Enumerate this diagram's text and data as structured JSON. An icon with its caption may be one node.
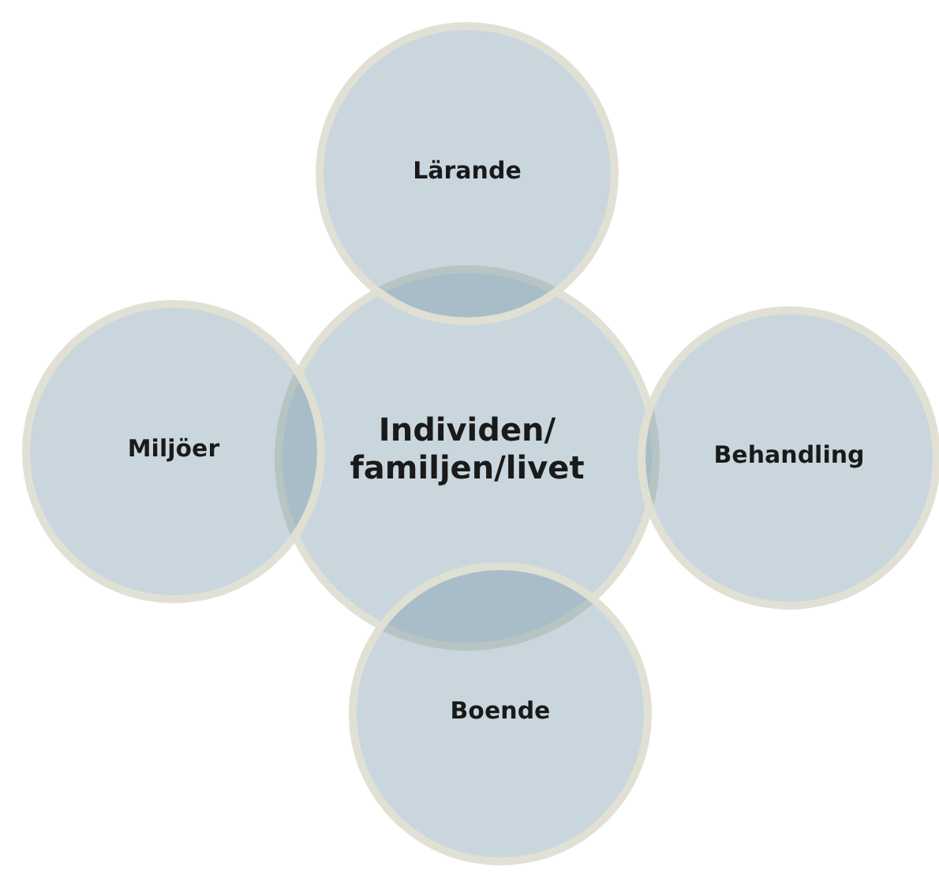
{
  "diagram": {
    "nodes": [
      {
        "text": [
          "Lärande"
        ]
      },
      {
        "text": [
          "Miljöer"
        ]
      },
      {
        "text": [
          "Individen/ familjen/livet"
        ]
      },
      {
        "text": [
          "Behandling"
        ]
      },
      {
        "text": [
          "Boende"
        ]
      }
    ]
  }
}
